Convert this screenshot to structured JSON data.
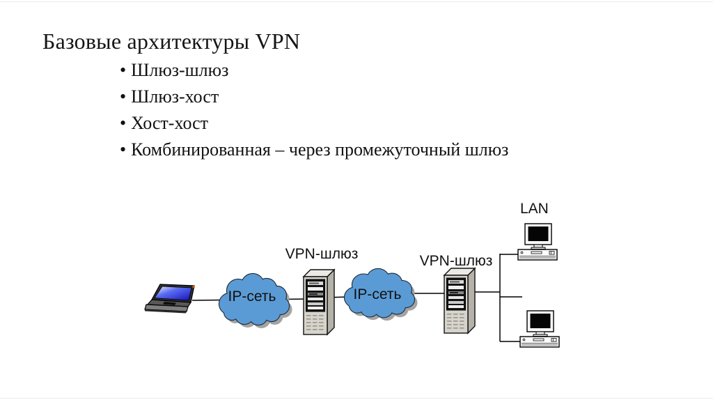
{
  "slide": {
    "title": "Базовые архитектуры VPN",
    "bullet_char": "•",
    "bullets": [
      "Шлюз-шлюз",
      "Шлюз-хост",
      "Хост-хост",
      "Комбинированная – через промежуточный шлюз"
    ]
  },
  "diagram": {
    "cloud1_label": "IP-сеть",
    "cloud2_label": "IP-сеть",
    "gateway1_label": "VPN-шлюз",
    "gateway2_label": "VPN-шлюз",
    "lan_label": "LAN",
    "colors": {
      "cloud_fill": "#5b9bd5",
      "cloud_outline": "#1b2a38",
      "cloud_shadow": "#a3a3a3",
      "line": "#000000"
    }
  }
}
